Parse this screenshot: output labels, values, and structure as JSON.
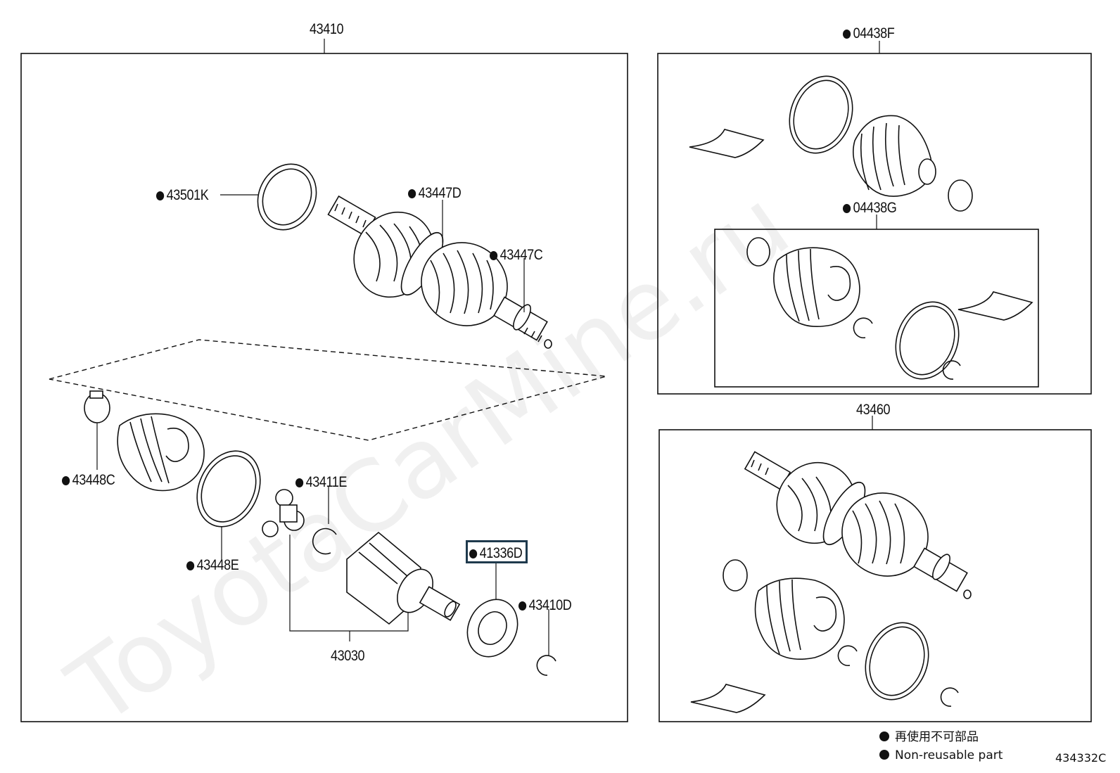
{
  "diagram": {
    "labels": {
      "main_assembly": "43410",
      "outboard_boot_kit": "04438F",
      "inboard_boot_kit": "04438G",
      "right_assembly": "43460",
      "boot_clamp_outer": "43501K",
      "clamp_outer_large": "43447D",
      "clamp_outer_small": "43447C",
      "clamp_inner_small": "43448C",
      "clamp_inner_large": "43448E",
      "snap_ring_tripod": "43411E",
      "inboard_joint": "43030",
      "dust_deflector": "41336D",
      "snap_ring_shaft": "43410D"
    },
    "highlighted_part": "41336D",
    "legend": {
      "japanese": "再使用不可部品",
      "english": "Non-reusable part"
    },
    "diagram_code": "434332C",
    "watermark": "ToyotaCarMine.ru"
  }
}
